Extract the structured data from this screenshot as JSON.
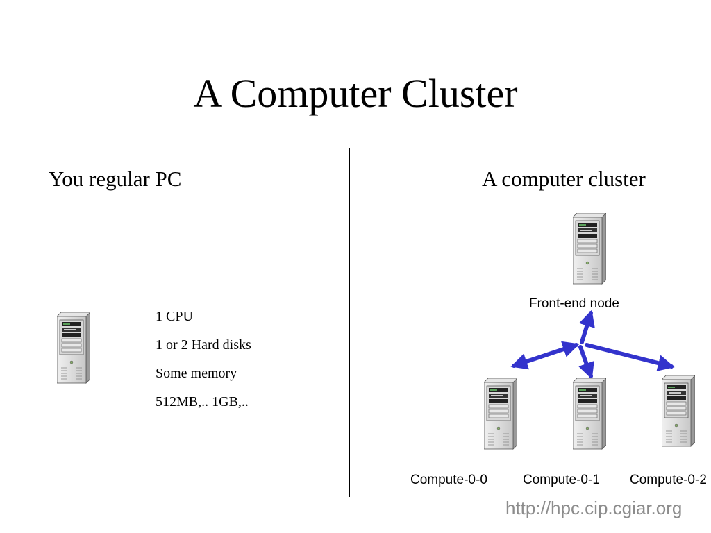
{
  "title": "A Computer Cluster",
  "left": {
    "heading": "You regular PC",
    "specs": [
      "1 CPU",
      "1 or 2 Hard disks",
      "Some memory",
      "512MB,.. 1GB,.."
    ]
  },
  "right": {
    "heading": "A computer cluster",
    "frontend_label": "Front-end node",
    "compute_labels": [
      "Compute-0-0",
      "Compute-0-1",
      "Compute-0-2"
    ]
  },
  "footer": "http://hpc.cip.cgiar.org",
  "colors": {
    "arrow": "#3333cc",
    "footer": "#8c8c8c"
  },
  "icons": {
    "server": "server-tower-icon"
  }
}
